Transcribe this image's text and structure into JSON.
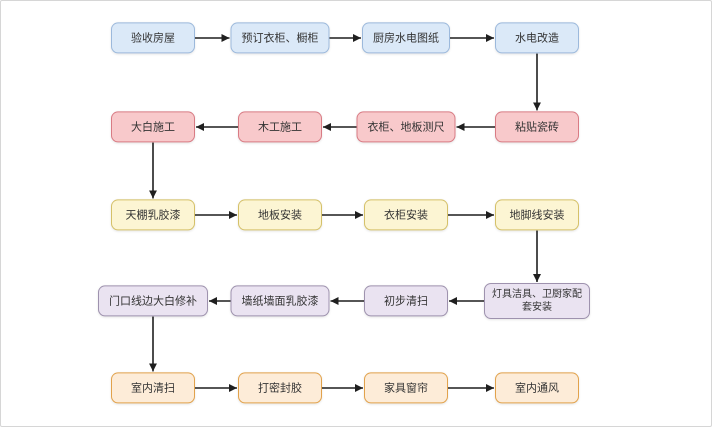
{
  "diagram": {
    "description_colors": {
      "text": "#333333",
      "arrow": "#1f1f1f",
      "frame_border": "#d6d6d6",
      "background": "#ffffff"
    },
    "colors": {
      "blue": {
        "fill": "#dbe9f8",
        "border": "#9cb9dc"
      },
      "pink": {
        "fill": "#f8c9cb",
        "border": "#d97b84"
      },
      "yellow": {
        "fill": "#fcf5d3",
        "border": "#d5c169"
      },
      "lavender": {
        "fill": "#eae3f1",
        "border": "#9e92ae"
      },
      "orange": {
        "fill": "#fdecd8",
        "border": "#e2a24b"
      }
    },
    "nodes": [
      {
        "id": "n1",
        "label": "验收房屋",
        "row": 1,
        "col": 1,
        "group": "blue"
      },
      {
        "id": "n2",
        "label": "预订衣柜、橱柜",
        "row": 1,
        "col": 2,
        "group": "blue"
      },
      {
        "id": "n3",
        "label": "厨房水电图纸",
        "row": 1,
        "col": 3,
        "group": "blue"
      },
      {
        "id": "n4",
        "label": "水电改造",
        "row": 1,
        "col": 4,
        "group": "blue"
      },
      {
        "id": "n5",
        "label": "大白施工",
        "row": 2,
        "col": 1,
        "group": "pink"
      },
      {
        "id": "n6",
        "label": "木工施工",
        "row": 2,
        "col": 2,
        "group": "pink"
      },
      {
        "id": "n7",
        "label": "衣柜、地板测尺",
        "row": 2,
        "col": 3,
        "group": "pink"
      },
      {
        "id": "n8",
        "label": "粘贴瓷砖",
        "row": 2,
        "col": 4,
        "group": "pink"
      },
      {
        "id": "n9",
        "label": "天棚乳胶漆",
        "row": 3,
        "col": 1,
        "group": "yellow"
      },
      {
        "id": "n10",
        "label": "地板安装",
        "row": 3,
        "col": 2,
        "group": "yellow"
      },
      {
        "id": "n11",
        "label": "衣柜安装",
        "row": 3,
        "col": 3,
        "group": "yellow"
      },
      {
        "id": "n12",
        "label": "地脚线安装",
        "row": 3,
        "col": 4,
        "group": "yellow"
      },
      {
        "id": "n13",
        "label": "门口线边大白修补",
        "row": 4,
        "col": 1,
        "group": "lavender"
      },
      {
        "id": "n14",
        "label": "墙纸墙面乳胶漆",
        "row": 4,
        "col": 2,
        "group": "lavender"
      },
      {
        "id": "n15",
        "label": "初步清扫",
        "row": 4,
        "col": 3,
        "group": "lavender"
      },
      {
        "id": "n16",
        "label": "灯具洁具、卫厨家配套安装",
        "row": 4,
        "col": 4,
        "group": "lavender",
        "two_line": true
      },
      {
        "id": "n17",
        "label": "室内清扫",
        "row": 5,
        "col": 1,
        "group": "orange"
      },
      {
        "id": "n18",
        "label": "打密封胶",
        "row": 5,
        "col": 2,
        "group": "orange"
      },
      {
        "id": "n19",
        "label": "家具窗帘",
        "row": 5,
        "col": 3,
        "group": "orange"
      },
      {
        "id": "n20",
        "label": "室内通风",
        "row": 5,
        "col": 4,
        "group": "orange"
      }
    ],
    "edges": [
      {
        "from": "n1",
        "to": "n2"
      },
      {
        "from": "n2",
        "to": "n3"
      },
      {
        "from": "n3",
        "to": "n4"
      },
      {
        "from": "n4",
        "to": "n8"
      },
      {
        "from": "n8",
        "to": "n7"
      },
      {
        "from": "n7",
        "to": "n6"
      },
      {
        "from": "n6",
        "to": "n5"
      },
      {
        "from": "n5",
        "to": "n9"
      },
      {
        "from": "n9",
        "to": "n10"
      },
      {
        "from": "n10",
        "to": "n11"
      },
      {
        "from": "n11",
        "to": "n12"
      },
      {
        "from": "n12",
        "to": "n16"
      },
      {
        "from": "n16",
        "to": "n15"
      },
      {
        "from": "n15",
        "to": "n14"
      },
      {
        "from": "n14",
        "to": "n13"
      },
      {
        "from": "n13",
        "to": "n17"
      },
      {
        "from": "n17",
        "to": "n18"
      },
      {
        "from": "n18",
        "to": "n19"
      },
      {
        "from": "n19",
        "to": "n20"
      }
    ]
  }
}
